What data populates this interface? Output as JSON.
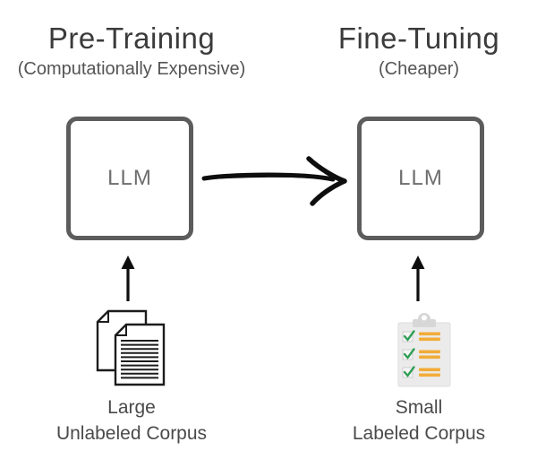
{
  "diagram": {
    "title": "Pre-training vs fine-tuning LLM diagram",
    "columns": {
      "pretraining": {
        "title": "Pre-Training",
        "subtitle": "(Computationally Expensive)",
        "box_label": "LLM",
        "corpus_line1": "Large",
        "corpus_line2": "Unlabeled Corpus",
        "icon": "documents-icon"
      },
      "finetuning": {
        "title": "Fine-Tuning",
        "subtitle": "(Cheaper)",
        "box_label": "LLM",
        "corpus_line1": "Small",
        "corpus_line2": "Labeled Corpus",
        "icon": "clipboard-checklist-icon"
      }
    },
    "colors": {
      "background": "#ffffff",
      "title_text": "#3b3b3b",
      "subtitle_text": "#545454",
      "box_border": "#5c5c5c",
      "box_label_text": "#6e6e6e",
      "corpus_label_text": "#4a4a4a",
      "arrow_black": "#0e0e0e",
      "document_outline": "#1c1c1c",
      "clipboard_body": "#ebebeb",
      "clipboard_clip": "#d7d7d7",
      "checkbox_fill": "#f4f4f4",
      "check_green": "#2f9e54",
      "bar_orange": "#f2ac38"
    }
  }
}
